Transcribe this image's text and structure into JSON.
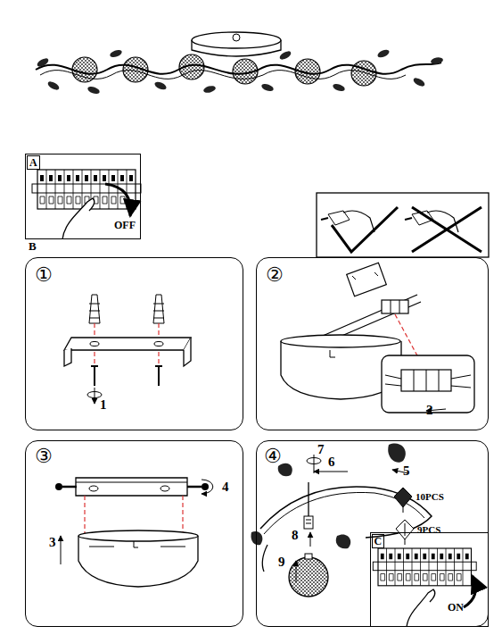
{
  "diagram": {
    "nodes": [
      {
        "text": [
          "A"
        ]
      },
      {
        "text": [
          "①"
        ]
      },
      {
        "text": [
          "②"
        ]
      },
      {
        "text": [
          "③"
        ]
      },
      {
        "text": [
          "④"
        ]
      },
      {
        "text": [
          "C"
        ],
        "in": 4
      }
    ],
    "labels": [
      "OFF",
      "B",
      "1",
      "2",
      "3",
      "4",
      "5",
      "6",
      "7",
      "8",
      "9",
      "10PCS",
      "9PCS",
      "ON"
    ]
  }
}
